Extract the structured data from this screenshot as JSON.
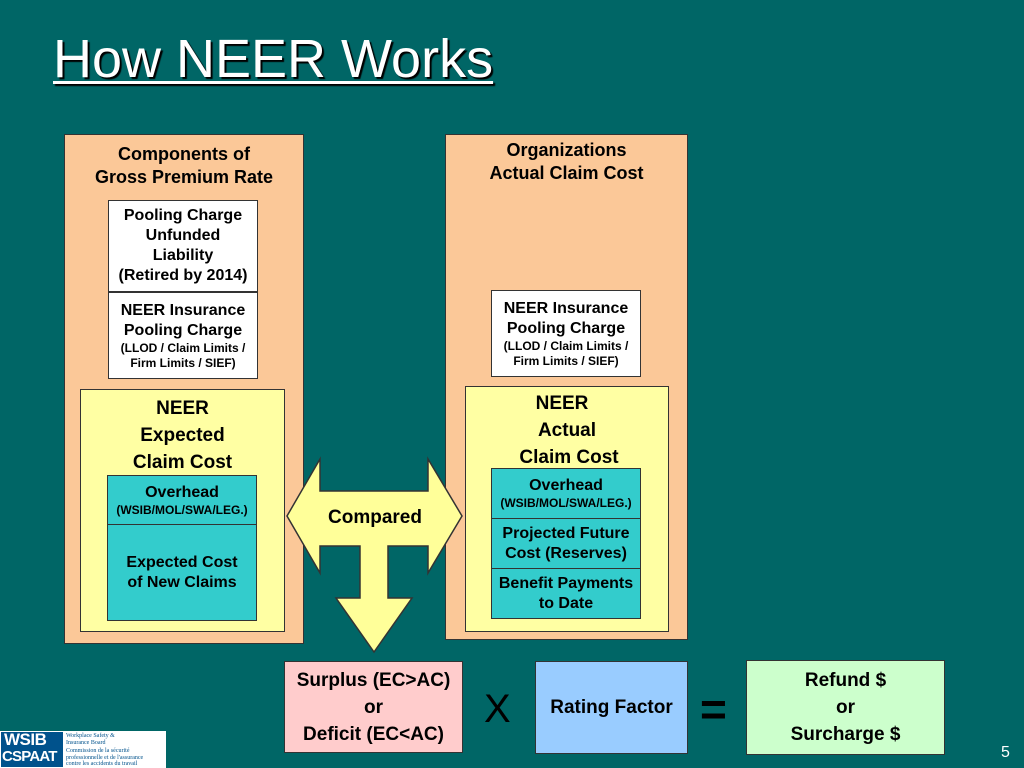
{
  "slide": {
    "title": "How NEER Works",
    "page_number": "5"
  },
  "left": {
    "heading": [
      "Components of",
      "Gross Premium Rate"
    ],
    "unfunded": [
      "Pooling Charge",
      "Unfunded",
      "Liability",
      "(Retired by 2014)"
    ],
    "pooling": [
      "NEER Insurance",
      "Pooling Charge"
    ],
    "pooling_sub": [
      "(LLOD / Claim Limits /",
      "Firm Limits / SIEF)"
    ],
    "expected": [
      "NEER",
      "Expected",
      "Claim Cost"
    ],
    "overhead": "Overhead",
    "overhead_sub": "(WSIB/MOL/SWA/LEG.)",
    "new_claims": [
      "Expected Cost",
      "of New Claims"
    ]
  },
  "right": {
    "heading": [
      "Organizations",
      "Actual Claim Cost"
    ],
    "pooling": [
      "NEER Insurance",
      "Pooling Charge"
    ],
    "pooling_sub": [
      "(LLOD / Claim Limits /",
      "Firm Limits / SIEF)"
    ],
    "actual": [
      "NEER",
      "Actual",
      "Claim Cost"
    ],
    "overhead": "Overhead",
    "overhead_sub": "(WSIB/MOL/SWA/LEG.)",
    "reserves": [
      "Projected Future",
      "Cost (Reserves)"
    ],
    "benefits": [
      "Benefit Payments",
      "to Date"
    ]
  },
  "arrow": {
    "label": "Compared"
  },
  "formula": {
    "surplus": [
      "Surplus (EC>AC)",
      "or",
      "Deficit (EC<AC)"
    ],
    "times": "X",
    "rating": "Rating Factor",
    "equals": "=",
    "refund": [
      "Refund  $",
      "or",
      "Surcharge $"
    ]
  },
  "logo": {
    "wsib": "WSIB",
    "cspaat": "CSPAAT",
    "en": [
      "Workplace Safety &",
      "Insurance Board"
    ],
    "fr": [
      "Commission de la sécurité",
      "professionnelle et de l'assurance",
      "contre les accidents du travail"
    ]
  },
  "colors": {
    "background": "#006666",
    "peach": "#fbc898",
    "yellow": "#ffffa3",
    "teal": "#33cccc",
    "arrow": "#ffff99"
  }
}
